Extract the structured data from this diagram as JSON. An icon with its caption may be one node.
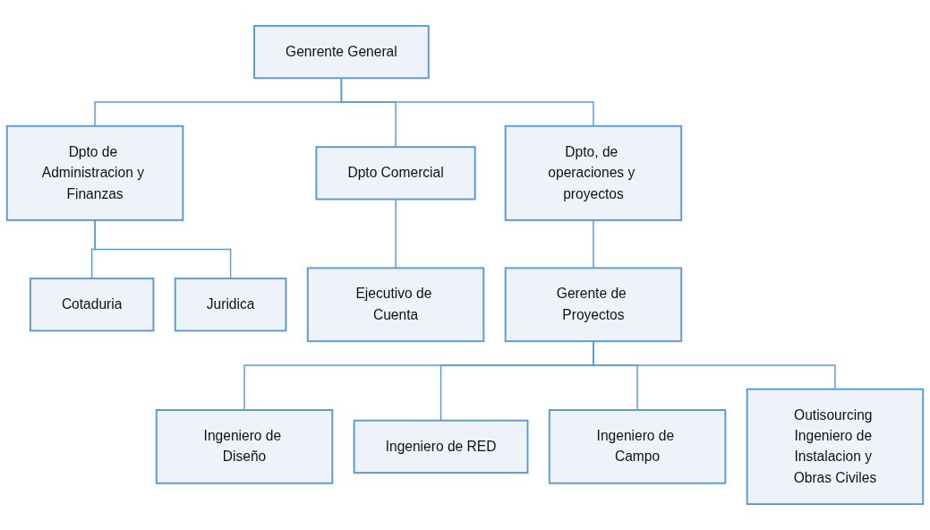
{
  "diagram": {
    "nodes": [
      {
        "text": [
          "Genrente General"
        ]
      },
      {
        "text": [
          "Dpto de Administracion y Finanzas"
        ]
      },
      {
        "text": [
          "Dpto Comercial"
        ]
      },
      {
        "text": [
          "Dpto, de operaciones y proyectos"
        ]
      },
      {
        "text": [
          "Cotaduria"
        ]
      },
      {
        "text": [
          "Juridica"
        ]
      },
      {
        "text": [
          "Ejecutivo de Cuenta"
        ]
      },
      {
        "text": [
          "Gerente de Proyectos"
        ]
      },
      {
        "text": [
          "Ingeniero de Diseño"
        ]
      },
      {
        "text": [
          "Ingeniero de RED"
        ]
      },
      {
        "text": [
          "Ingeniero de Campo"
        ]
      },
      {
        "text": [
          "Outisourcing Ingeniero de Instalacion y Obras Civiles"
        ]
      }
    ],
    "edges": [
      {
        "from": 0,
        "to": 1,
        "arrow": "none"
      },
      {
        "from": 0,
        "to": 2,
        "arrow": "none"
      },
      {
        "from": 0,
        "to": 3,
        "arrow": "none"
      },
      {
        "from": 1,
        "to": 4,
        "arrow": "none"
      },
      {
        "from": 1,
        "to": 5,
        "arrow": "none"
      },
      {
        "from": 2,
        "to": 6,
        "arrow": "none"
      },
      {
        "from": 3,
        "to": 7,
        "arrow": "none"
      },
      {
        "from": 7,
        "to": 8,
        "arrow": "none"
      },
      {
        "from": 7,
        "to": 9,
        "arrow": "none"
      },
      {
        "from": 7,
        "to": 10,
        "arrow": "none"
      },
      {
        "from": 7,
        "to": 11,
        "arrow": "none"
      }
    ]
  }
}
